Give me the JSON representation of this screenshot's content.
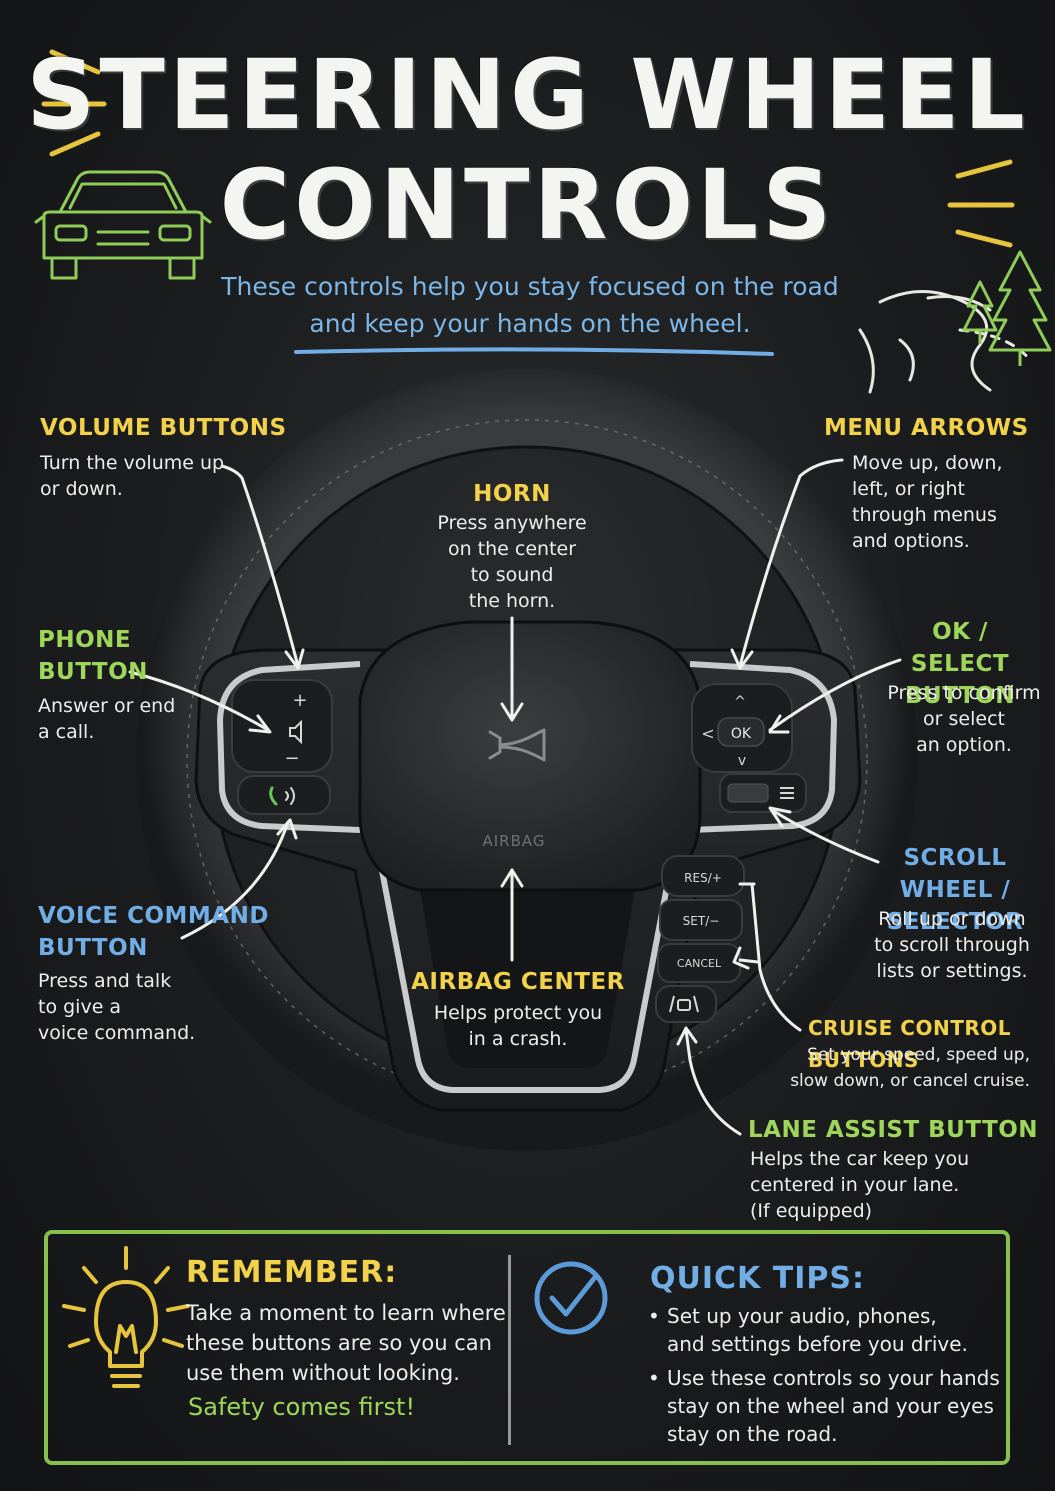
{
  "title": {
    "line1": "STEERING WHEEL",
    "line2": "CONTROLS"
  },
  "subtitle": {
    "line1": "These controls help you stay focused on the road",
    "line2": "and keep your hands on the wheel."
  },
  "labels": {
    "volume": {
      "heading": "Volume Buttons",
      "line1": "Turn the volume up",
      "line2": "or down."
    },
    "phone": {
      "heading1": "Phone",
      "heading2": "Button",
      "line1": "Answer or end",
      "line2": "a call."
    },
    "voice": {
      "heading1": "Voice Command",
      "heading2": "Button",
      "line1": "Press and talk",
      "line2": "to give a",
      "line3": "voice command."
    },
    "horn": {
      "heading": "Horn",
      "line1": "Press anywhere",
      "line2": "on the center",
      "line3": "to sound",
      "line4": "the horn."
    },
    "airbag": {
      "heading": "Airbag Center",
      "line1": "Helps protect you",
      "line2": "in a crash."
    },
    "menu": {
      "heading": "Menu Arrows",
      "line1": "Move up, down,",
      "line2": "left, or right",
      "line3": "through menus",
      "line4": "and options."
    },
    "ok": {
      "heading1": "OK / Select",
      "heading2": "Button",
      "line1": "Press to confirm",
      "line2": "or select",
      "line3": "an option."
    },
    "scroll": {
      "heading1": "Scroll Wheel /",
      "heading2": "Selector",
      "line1": "Roll up or down",
      "line2": "to scroll through",
      "line3": "lists or settings."
    },
    "cruise": {
      "heading": "Cruise Control Buttons",
      "line1": "Set your speed, speed up,",
      "line2": "slow down, or cancel cruise."
    },
    "lane": {
      "heading": "Lane Assist Button",
      "line1": "Helps the car keep you",
      "line2": "centered in your lane.",
      "line3": "(If equipped)"
    }
  },
  "wheel": {
    "airbag_text": "AIRBAG",
    "ok_text": "OK",
    "plus": "+",
    "minus": "−",
    "cruise": {
      "res": "RES/+",
      "set": "SET/−",
      "cancel": "CANCEL"
    }
  },
  "remember": {
    "heading": "REMEMBER:",
    "line1": "Take a moment to learn where",
    "line2": "these buttons are so you can",
    "line3": "use them without looking.",
    "emphasis": "Safety comes first!"
  },
  "tips": {
    "heading": "QUICK TIPS:",
    "tip1_line1": "Set up your audio, phones,",
    "tip1_line2": "and settings before you drive.",
    "tip2_line1": "Use these controls so your hands",
    "tip2_line2": "stay on the wheel and your eyes",
    "tip2_line3": "stay on the road.",
    "bullet": "•"
  },
  "colors": {
    "yellow": "#f2d24a",
    "green": "#9ed65a",
    "blue": "#72aee6",
    "chalk": "#f2f2ef"
  },
  "icons": [
    "car-icon",
    "road-icon",
    "tree-icon",
    "horn-icon",
    "phone-icon",
    "speaker-icon",
    "lightbulb-icon",
    "checkmark-icon",
    "lane-assist-icon",
    "menu-icon"
  ]
}
